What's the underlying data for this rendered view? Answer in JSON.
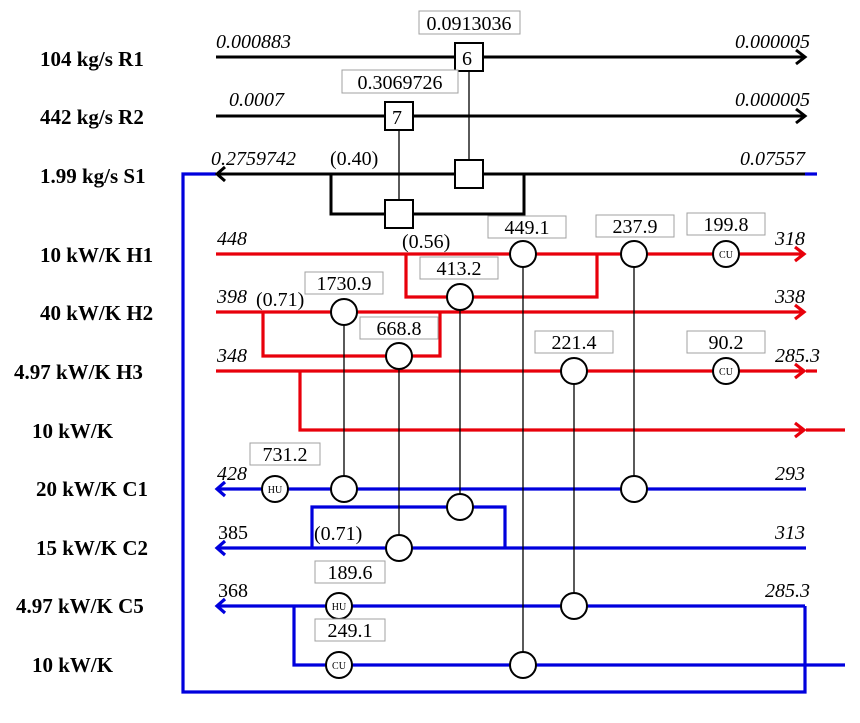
{
  "colors": {
    "hot_stream": "#e8000b",
    "cold_stream": "#0000dd",
    "regen_stream": "#000000",
    "connector": "#000000",
    "duty_box_border": "#a0a0a0"
  },
  "stream_labels": [
    {
      "id": "R1",
      "text": "104 kg/s R1"
    },
    {
      "id": "R2",
      "text": "442 kg/s R2"
    },
    {
      "id": "S1",
      "text": "1.99 kg/s S1"
    },
    {
      "id": "H1",
      "text": "10 kW/K H1"
    },
    {
      "id": "H2",
      "text": "40 kW/K H2"
    },
    {
      "id": "H3",
      "text": "4.97 kW/K H3"
    },
    {
      "id": "H4",
      "text": "10 kW/K"
    },
    {
      "id": "C1",
      "text": "20 kW/K C1"
    },
    {
      "id": "C2",
      "text": "15 kW/K C2"
    },
    {
      "id": "C5",
      "text": "4.97 kW/K C5"
    },
    {
      "id": "C6",
      "text": "10 kW/K"
    }
  ],
  "terminal_values": {
    "R1_in": "0.000883",
    "R1_out": "0.000005",
    "R2_in": "0.0007",
    "R2_out": "0.000005",
    "S1_out": "0.2759742",
    "S1_in": "0.07557",
    "H1_in": "448",
    "H1_out": "318",
    "H2_in": "398",
    "H2_out": "338",
    "H3_in": "348",
    "H3_out": "285.3",
    "C1_out": "428",
    "C1_in": "293",
    "C2_out": "385",
    "C2_in": "313",
    "C5_out": "368",
    "C5_in": "285.3"
  },
  "split_fractions": {
    "S1": "(0.40)",
    "H1": "(0.56)",
    "H2": "(0.71)",
    "C2": "(0.71)"
  },
  "mass_exchangers": [
    {
      "id": "6",
      "label": "6",
      "duty": "0.0913036"
    },
    {
      "id": "7",
      "label": "7",
      "duty": "0.3069726"
    }
  ],
  "heat_exchanger_duties": {
    "h1_c6": "449.1",
    "h1_c1": "237.9",
    "h1_cu": "199.8",
    "h1_c2": "413.2",
    "h2_c1": "1730.9",
    "h2_c2": "668.8",
    "h3_c5": "221.4",
    "h3_cu": "90.2",
    "c1_hu": "731.2",
    "c5_hu": "189.6",
    "c6_cu": "249.1"
  },
  "utility_labels": {
    "cold_utility": "CU",
    "hot_utility": "HU"
  }
}
